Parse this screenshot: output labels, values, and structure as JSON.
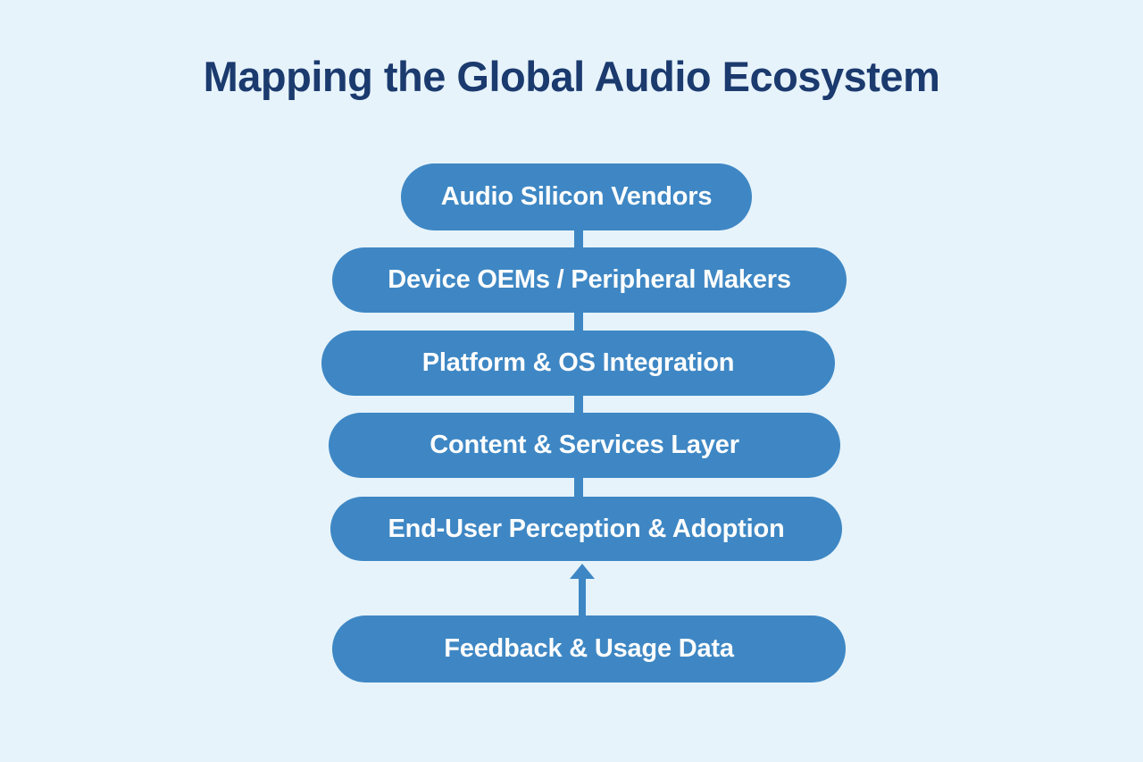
{
  "title": "Mapping the Global Audio Ecosystem",
  "diagram": {
    "type": "vertical-flow",
    "nodes": [
      {
        "id": "audio-silicon-vendors",
        "label": "Audio Silicon Vendors"
      },
      {
        "id": "device-oems-peripheral-makers",
        "label": "Device OEMs / Peripheral Makers"
      },
      {
        "id": "platform-os-integration",
        "label": "Platform & OS Integration"
      },
      {
        "id": "content-services-layer",
        "label": "Content & Services Layer"
      },
      {
        "id": "end-user-perception-adoption",
        "label": "End-User Perception & Adoption"
      },
      {
        "id": "feedback-usage-data",
        "label": "Feedback & Usage Data"
      }
    ],
    "links": [
      {
        "from": "audio-silicon-vendors",
        "to": "device-oems-peripheral-makers",
        "style": "line"
      },
      {
        "from": "device-oems-peripheral-makers",
        "to": "platform-os-integration",
        "style": "line"
      },
      {
        "from": "platform-os-integration",
        "to": "content-services-layer",
        "style": "line"
      },
      {
        "from": "content-services-layer",
        "to": "end-user-perception-adoption",
        "style": "line"
      },
      {
        "from": "feedback-usage-data",
        "to": "end-user-perception-adoption",
        "style": "arrow-up"
      }
    ]
  },
  "colors": {
    "background": "#e6f3fb",
    "node_fill": "#3e87c4",
    "node_text": "#fdfdfd",
    "title_text": "#1b3a6e",
    "connector": "#3e87c4"
  }
}
